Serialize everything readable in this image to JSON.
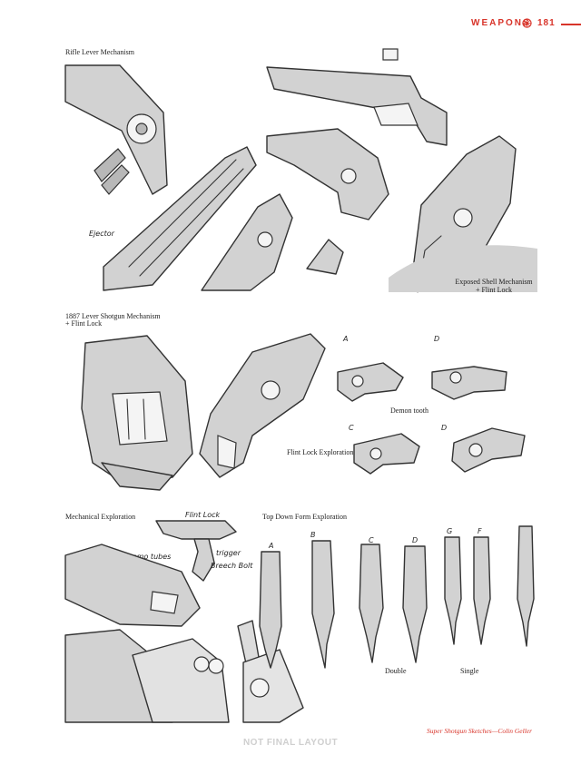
{
  "header": {
    "section": "WEAPONS",
    "page_number": "181",
    "accent_color": "#d8342a",
    "icon": "demon-seal-icon"
  },
  "captions": {
    "rifle_lever": "Rifle Lever Mechanism",
    "exposed_shell_line1": "Exposed Shell Mechanism",
    "exposed_shell_line2": "+ Flint Lock",
    "shotgun_1887_line1": "1887 Lever Shotgun Mechanism",
    "shotgun_1887_line2": "+ Flint Lock",
    "demon_tooth": "Demon tooth",
    "flint_lock_exploration": "Flint Lock Exploration",
    "mechanical_exploration": "Mechanical Exploration",
    "top_down_form": "Top Down Form Exploration",
    "double": "Double",
    "single": "Single"
  },
  "handwriting": {
    "ejector": "Ejector",
    "flint_lock": "Flint Lock",
    "ammo_tubes": "ammo tubes",
    "trigger": "trigger",
    "breech_bolt": "Breech Bolt",
    "variant_a": "A",
    "variant_b": "B",
    "variant_c": "C",
    "variant_d": "D",
    "variant_g": "G",
    "variant_f": "F"
  },
  "credit": "Super Shotgun Sketches—Colin Geller",
  "watermark": "NOT FINAL LAYOUT"
}
